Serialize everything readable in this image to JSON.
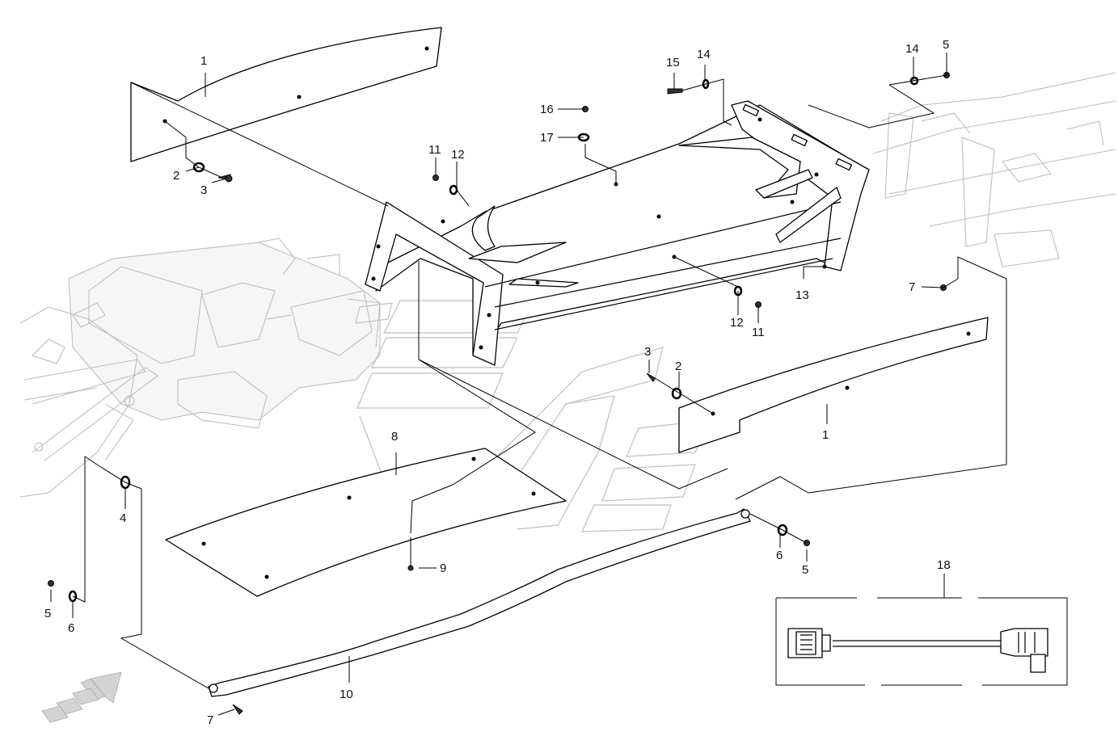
{
  "diagram": {
    "callouts": {
      "c1_top": "1",
      "c1_right": "1",
      "c2_left": "2",
      "c2_right": "2",
      "c3_left": "3",
      "c3_right": "3",
      "c4": "4",
      "c5_left": "5",
      "c5_mid": "5",
      "c5_top": "5",
      "c6_left": "6",
      "c6_mid": "6",
      "c7_right": "7",
      "c7_bottom": "7",
      "c8": "8",
      "c9": "9",
      "c10": "10",
      "c11_a": "11",
      "c11_b": "11",
      "c12_a": "12",
      "c12_b": "12",
      "c13": "13",
      "c14_a": "14",
      "c14_b": "14",
      "c15": "15",
      "c16": "16",
      "c17": "17",
      "c18": "18"
    }
  },
  "colors": {
    "ink": "#000000",
    "ghost": "#b9b9b9",
    "watermark": "#c8c8c8",
    "arrow_fill": "#c8c8c8"
  }
}
